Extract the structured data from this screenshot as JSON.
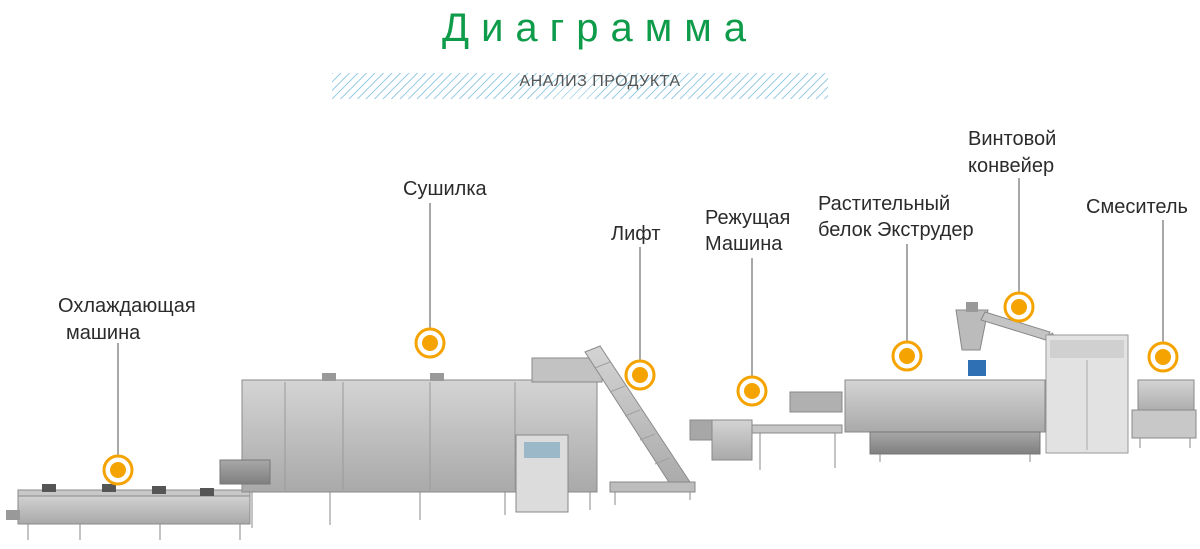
{
  "header": {
    "title": "Диаграмма",
    "subtitle": "АНАЛИЗ ПРОДУКТА"
  },
  "labels": {
    "cooling": [
      "Охлаждающая",
      "машина"
    ],
    "dryer": [
      "Сушилка"
    ],
    "lift": [
      "Лифт"
    ],
    "cutter": [
      "Режущая",
      "Машина"
    ],
    "extruder": [
      "Растительный",
      "белок Экструдер"
    ],
    "screw_conveyor": [
      "Винтовой",
      "конвейер"
    ],
    "mixer": [
      "Смеситель"
    ]
  },
  "colors": {
    "title_green": "#0e9b4a",
    "marker_orange": "#f5a300",
    "stripe_blue": "#49a6d2",
    "machine_gray": "#b5b5b5"
  }
}
